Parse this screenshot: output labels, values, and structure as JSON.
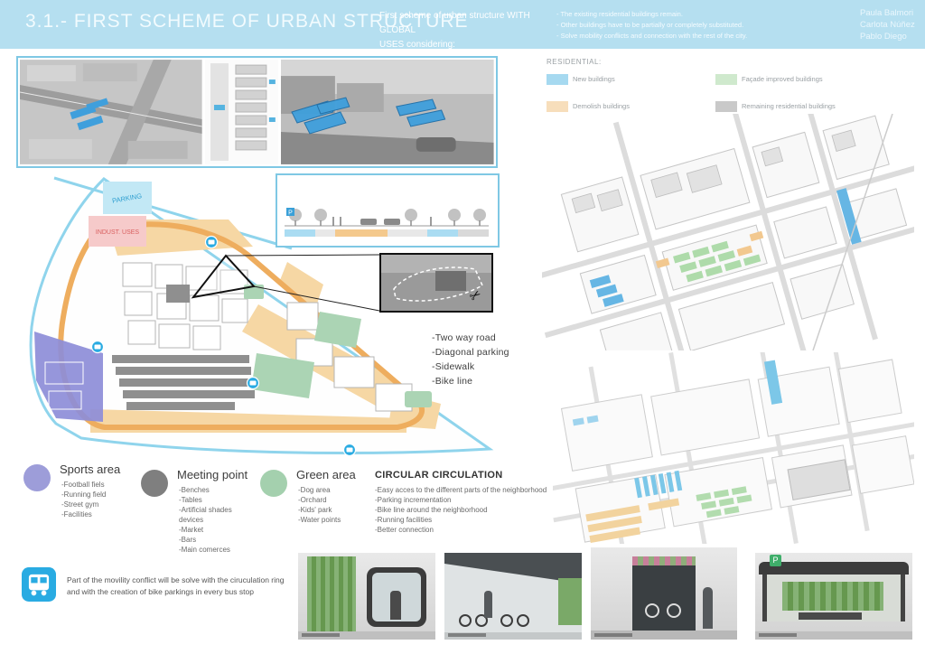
{
  "colors": {
    "header_bg": "#b5dff0",
    "accent_blue": "#29abe2",
    "panel_border": "#7fc8e4",
    "legend_sports": "#9d9dd9",
    "legend_meeting": "#7f7f7f",
    "legend_green": "#a4d0ae",
    "road_orange": "#eead5e",
    "water_blue": "#8fd4ec",
    "res_new": "#a6d9f0",
    "res_facade": "#cfe9cd",
    "res_demolish": "#f7debb",
    "res_remaining": "#c9c9c9"
  },
  "header": {
    "title": "3.1.- FIRST SCHEME OF URBAN STRUCTURE",
    "subtitle_lines": [
      "First scheme of urban structure WITH GLOBAL",
      "USES considering:"
    ],
    "bullets": [
      "- The existing residential buildings remain.",
      "- Other buildings have to be partially or completely substituted.",
      "- Solve mobility conflicts and connection with the rest of the city."
    ],
    "authors": [
      "Paula Balmori",
      "Carlota Núñez",
      "Pablo Diego"
    ]
  },
  "site_plan": {
    "parking_label": "PARKING",
    "indust_label": "INDUST. USES"
  },
  "street_section": {
    "parking_sign": "P"
  },
  "detail_notes": [
    "-Two way road",
    "-Diagonal parking",
    "-Sidewalk",
    "-Bike line"
  ],
  "legend": {
    "sports": {
      "title": "Sports area",
      "items": [
        "-Football fiels",
        "-Running field",
        "-Street gym",
        "-Facilities"
      ]
    },
    "meeting": {
      "title": "Meeting point",
      "items": [
        "-Benches",
        "-Tables",
        "-Artificial shades devices",
        "-Market",
        "-Bars",
        "-Main comerces"
      ]
    },
    "green": {
      "title": "Green area",
      "items": [
        "-Dog area",
        "-Orchard",
        "-Kids' park",
        "-Water points"
      ]
    },
    "circulation": {
      "title": "CIRCULAR CIRCULATION",
      "items": [
        "-Easy acces to the different parts of the neighborhood",
        "-Parking incrementation",
        "-Bike line around the neighborhood",
        "-Running facilities",
        "-Better connection"
      ]
    }
  },
  "residential_legend": {
    "title": "RESIDENTIAL:",
    "items": [
      {
        "label": "New buildings",
        "color": "#a6d9f0"
      },
      {
        "label": "Façade improved buildings",
        "color": "#cfe9cd"
      },
      {
        "label": "Demolish buildings",
        "color": "#f7debb"
      },
      {
        "label": "Remaining residential buildings",
        "color": "#c9c9c9"
      }
    ]
  },
  "bus_note": "Part of the movility conflict will be solve with the ciruculation ring and with the creation of bike parkings in every bus stop",
  "renders": {
    "parking_sign_label": "P"
  }
}
